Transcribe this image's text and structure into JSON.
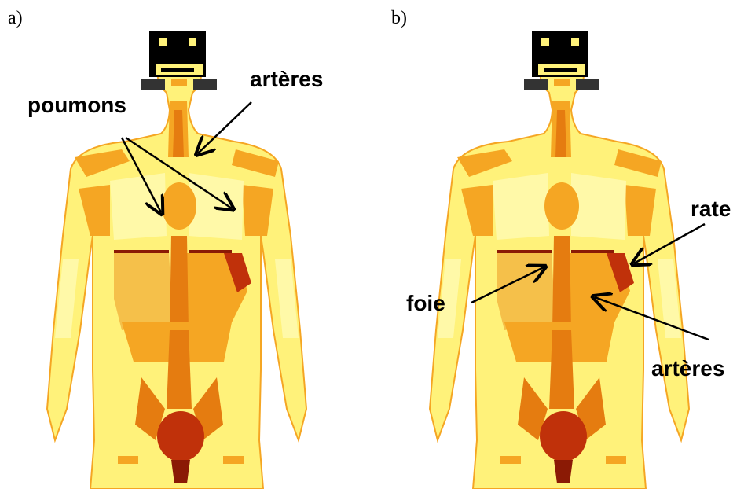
{
  "panels": [
    {
      "label": "a)",
      "callouts": {
        "poumons": "poumons",
        "arteres": "artères"
      }
    },
    {
      "label": "b)",
      "callouts": {
        "rate": "rate",
        "foie": "foie",
        "arteres": "artères"
      }
    }
  ],
  "colors": {
    "skin": "#FFF27A",
    "light": "#FFF9A8",
    "orange": "#F5A623",
    "deep_orange": "#E57C10",
    "red": "#C0310A",
    "dark_red": "#8B1A05",
    "black": "#000000"
  }
}
